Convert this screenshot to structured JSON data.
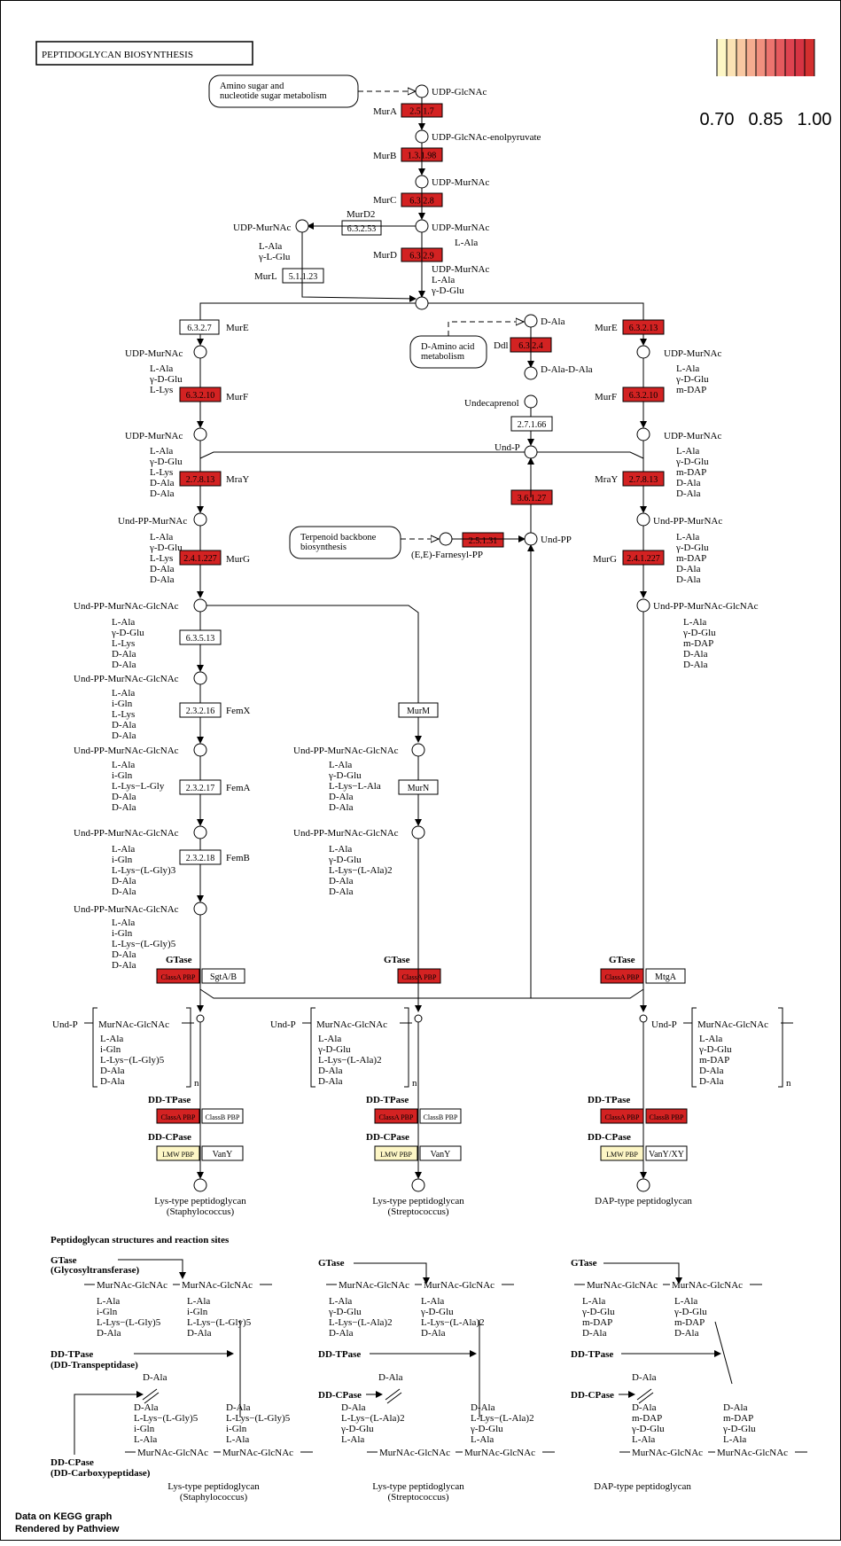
{
  "title": "PEPTIDOGLYCAN BIOSYNTHESIS",
  "legend": {
    "colors": [
      "#fdf6c5",
      "#fbe2b4",
      "#f8c8a2",
      "#f5ac90",
      "#f1907f",
      "#ec746f",
      "#e55a5e",
      "#de4350",
      "#d63443",
      "#d32f2f"
    ],
    "labels": [
      "0.70",
      "0.85",
      "1.00"
    ]
  },
  "colors": {
    "high": "#d32222",
    "low": "#fdf6c5",
    "white": "#ffffff",
    "label_green": "#22b122"
  },
  "pathways": {
    "amino_sugar": [
      "Amino sugar and",
      "nucleotide sugar metabolism"
    ],
    "d_amino": [
      "D-Amino acid",
      "metabolism"
    ],
    "terpenoid": [
      "Terpenoid backbone",
      "biosynthesis"
    ]
  },
  "compounds": {
    "udp_glcnac": "UDP-GlcNAc",
    "udp_glcnac_enol": "UDP-GlcNAc-enolpyruvate",
    "udp_murnac": "UDP-MurNAc",
    "l_ala": "L-Ala",
    "g_d_glu": "γ-D-Glu",
    "g_l_glu": "γ-L-Glu",
    "l_lys": "L-Lys",
    "d_ala": "D-Ala",
    "m_dap": "m-DAP",
    "i_gln": "i-Gln",
    "d_ala_d_ala": "D-Ala-D-Ala",
    "undecaprenol": "Undecaprenol",
    "und_p": "Und-P",
    "und_pp": "Und-PP",
    "ee_farnesyl": "(E,E)-Farnesyl-PP",
    "und_pp_murnac": "Und-PP-MurNAc",
    "und_pp_murnac_glcnac": "Und-PP-MurNAc-GlcNAc",
    "murnac_glcnac": "MurNAc-GlcNAc",
    "l_lys_l_gly": "L-Lys−L-Gly",
    "l_lys_l_gly3": "L-Lys−(L-Gly)3",
    "l_lys_l_gly5": "L-Lys−(L-Gly)5",
    "l_lys_l_ala": "L-Lys−L-Ala",
    "l_lys_l_ala2": "L-Lys−(L-Ala)2",
    "n": "n"
  },
  "enzymes": {
    "e25177": "2.5.1.7",
    "e13198": "1.3.1.98",
    "e6328": "6.3.2.8",
    "e63253": "6.3.2.53",
    "e6329": "6.3.2.9",
    "e51123": "5.1.1.23",
    "e6327": "6.3.2.7",
    "e63213": "6.3.2.13",
    "e6324": "6.3.2.4",
    "e63210": "6.3.2.10",
    "e27166": "2.7.1.66",
    "e27813": "2.7.8.13",
    "e36127": "3.6.1.27",
    "e25131": "2.5.1.31",
    "e241227": "2.4.1.227",
    "e63513": "6.3.5.13",
    "e23216": "2.3.2.16",
    "e23217": "2.3.2.17",
    "e23218": "2.3.2.18",
    "murM": "MurM",
    "murN": "MurN",
    "classA": "ClassA PBP",
    "classB": "ClassB PBP",
    "lmw": "LMW PBP",
    "vanY": "VanY",
    "vanYXY": "VanY/XY",
    "sgtAB": "SgtA/B",
    "mtgA": "MtgA"
  },
  "gene_labels": {
    "murA": "MurA",
    "murB": "MurB",
    "murC": "MurC",
    "murD2": "MurD2",
    "murD": "MurD",
    "murL": "MurL",
    "murE": "MurE",
    "ddl": "Ddl",
    "murF": "MurF",
    "mraY": "MraY",
    "murG": "MurG",
    "femX": "FemX",
    "femA": "FemA",
    "femB": "FemB"
  },
  "roles": {
    "gtase": "GTase",
    "ddtpase": "DD-TPase",
    "ddcpase": "DD-CPase",
    "gtase_full": "(Glycosyltransferase)",
    "ddtpase_full": "(DD-Transpeptidase)",
    "ddcpase_full": "(DD-Carboxypeptidase)"
  },
  "products": {
    "lys_type": "Lys-type peptidoglycan",
    "staph": "(Staphylococcus)",
    "strep": "(Streptococcus)",
    "dap_type": "DAP-type peptidoglycan"
  },
  "bottom_heading": "Peptidoglycan structures and reaction sites",
  "footer": [
    "Data on KEGG graph",
    "Rendered by Pathview"
  ]
}
